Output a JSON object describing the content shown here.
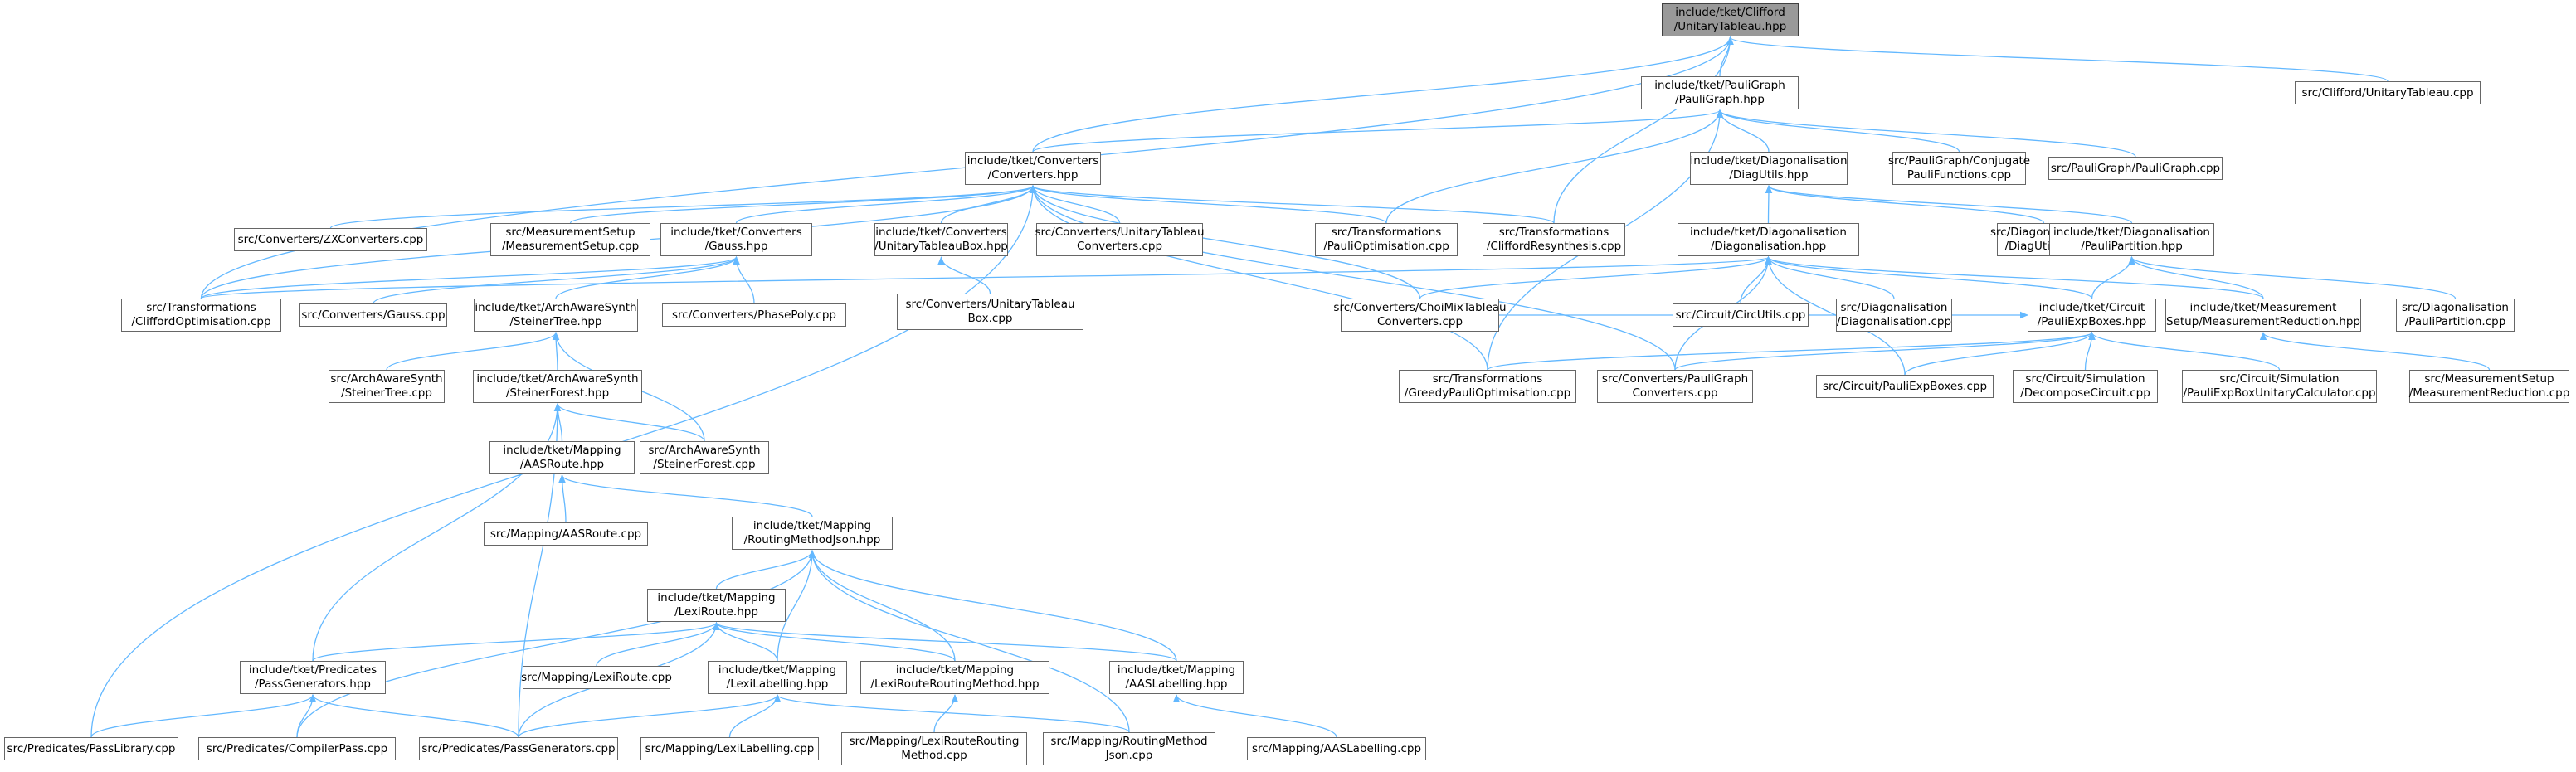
{
  "graph": {
    "edge_color": "#63b8ff",
    "root_fill": "#999999",
    "nodes": [
      {
        "id": "root",
        "lines": [
          "include/tket/Clifford",
          "/UnitaryTableau.hpp"
        ]
      },
      {
        "id": "pg_hpp",
        "lines": [
          "include/tket/PauliGraph",
          "/PauliGraph.hpp"
        ]
      },
      {
        "id": "cliff_ut_cpp",
        "lines": [
          "src/Clifford/UnitaryTableau.cpp"
        ]
      },
      {
        "id": "conv_hpp",
        "lines": [
          "include/tket/Converters",
          "/Converters.hpp"
        ]
      },
      {
        "id": "diagutils_hpp",
        "lines": [
          "include/tket/Diagonalisation",
          "/DiagUtils.hpp"
        ]
      },
      {
        "id": "pg_conj_cpp",
        "lines": [
          "src/PauliGraph/Conjugate",
          "PauliFunctions.cpp"
        ]
      },
      {
        "id": "pg_cpp",
        "lines": [
          "src/PauliGraph/PauliGraph.cpp"
        ]
      },
      {
        "id": "zx_cpp",
        "lines": [
          "src/Converters/ZXConverters.cpp"
        ]
      },
      {
        "id": "meas_setup_cpp",
        "lines": [
          "src/MeasurementSetup",
          "/MeasurementSetup.cpp"
        ]
      },
      {
        "id": "gauss_hpp",
        "lines": [
          "include/tket/Converters",
          "/Gauss.hpp"
        ]
      },
      {
        "id": "utbox_hpp",
        "lines": [
          "include/tket/Converters",
          "/UnitaryTableauBox.hpp"
        ]
      },
      {
        "id": "ut_conv_cpp",
        "lines": [
          "src/Converters/UnitaryTableau",
          "Converters.cpp"
        ]
      },
      {
        "id": "pauliopt_cpp",
        "lines": [
          "src/Transformations",
          "/PauliOptimisation.cpp"
        ]
      },
      {
        "id": "cliffresynth_cpp",
        "lines": [
          "src/Transformations",
          "/CliffordResynthesis.cpp"
        ]
      },
      {
        "id": "diag_hpp",
        "lines": [
          "include/tket/Diagonalisation",
          "/Diagonalisation.hpp"
        ]
      },
      {
        "id": "diagutils_cpp",
        "lines": [
          "src/Diagonalisation",
          "/DiagUtils.cpp"
        ]
      },
      {
        "id": "paulipart_hpp",
        "lines": [
          "include/tket/Diagonalisation",
          "/PauliPartition.hpp"
        ]
      },
      {
        "id": "cliffopt_cpp",
        "lines": [
          "src/Transformations",
          "/CliffordOptimisation.cpp"
        ]
      },
      {
        "id": "gauss_cpp",
        "lines": [
          "src/Converters/Gauss.cpp"
        ]
      },
      {
        "id": "steinertree_hpp",
        "lines": [
          "include/tket/ArchAwareSynth",
          "/SteinerTree.hpp"
        ]
      },
      {
        "id": "phasepoly_cpp",
        "lines": [
          "src/Converters/PhasePoly.cpp"
        ]
      },
      {
        "id": "utbox_cpp",
        "lines": [
          "src/Converters/UnitaryTableau",
          "Box.cpp"
        ]
      },
      {
        "id": "choimix_cpp",
        "lines": [
          "src/Converters/ChoiMixTableau",
          "Converters.cpp"
        ]
      },
      {
        "id": "circutils_cpp",
        "lines": [
          "src/Circuit/CircUtils.cpp"
        ]
      },
      {
        "id": "diag_cpp",
        "lines": [
          "src/Diagonalisation",
          "/Diagonalisation.cpp"
        ]
      },
      {
        "id": "pexpboxes_hpp",
        "lines": [
          "include/tket/Circuit",
          "/PauliExpBoxes.hpp"
        ]
      },
      {
        "id": "measred_hpp",
        "lines": [
          "include/tket/Measurement",
          "Setup/MeasurementReduction.hpp"
        ]
      },
      {
        "id": "paulipart_cpp",
        "lines": [
          "src/Diagonalisation",
          "/PauliPartition.cpp"
        ]
      },
      {
        "id": "aas_steinertree_cpp",
        "lines": [
          "src/ArchAwareSynth",
          "/SteinerTree.cpp"
        ]
      },
      {
        "id": "steinerforest_hpp",
        "lines": [
          "include/tket/ArchAwareSynth",
          "/SteinerForest.hpp"
        ]
      },
      {
        "id": "greedy_cpp",
        "lines": [
          "src/Transformations",
          "/GreedyPauliOptimisation.cpp"
        ]
      },
      {
        "id": "pgconv_cpp",
        "lines": [
          "src/Converters/PauliGraph",
          "Converters.cpp"
        ]
      },
      {
        "id": "pexpboxes_cpp",
        "lines": [
          "src/Circuit/PauliExpBoxes.cpp"
        ]
      },
      {
        "id": "decomp_cpp",
        "lines": [
          "src/Circuit/Simulation",
          "/DecomposeCircuit.cpp"
        ]
      },
      {
        "id": "pexpcalc_cpp",
        "lines": [
          "src/Circuit/Simulation",
          "/PauliExpBoxUnitaryCalculator.cpp"
        ]
      },
      {
        "id": "measred_cpp",
        "lines": [
          "src/MeasurementSetup",
          "/MeasurementReduction.cpp"
        ]
      },
      {
        "id": "aasroute_hpp",
        "lines": [
          "include/tket/Mapping",
          "/AASRoute.hpp"
        ]
      },
      {
        "id": "steinerforest_cpp",
        "lines": [
          "src/ArchAwareSynth",
          "/SteinerForest.cpp"
        ]
      },
      {
        "id": "aasroute_cpp",
        "lines": [
          "src/Mapping/AASRoute.cpp"
        ]
      },
      {
        "id": "rmjson_hpp",
        "lines": [
          "include/tket/Mapping",
          "/RoutingMethodJson.hpp"
        ]
      },
      {
        "id": "lexiroute_hpp",
        "lines": [
          "include/tket/Mapping",
          "/LexiRoute.hpp"
        ]
      },
      {
        "id": "passgen_hpp",
        "lines": [
          "include/tket/Predicates",
          "/PassGenerators.hpp"
        ]
      },
      {
        "id": "lexiroute_cpp",
        "lines": [
          "src/Mapping/LexiRoute.cpp"
        ]
      },
      {
        "id": "lexilabel_hpp",
        "lines": [
          "include/tket/Mapping",
          "/LexiLabelling.hpp"
        ]
      },
      {
        "id": "lrrm_hpp",
        "lines": [
          "include/tket/Mapping",
          "/LexiRouteRoutingMethod.hpp"
        ]
      },
      {
        "id": "aaslabel_hpp",
        "lines": [
          "include/tket/Mapping",
          "/AASLabelling.hpp"
        ]
      },
      {
        "id": "passlib_cpp",
        "lines": [
          "src/Predicates/PassLibrary.cpp"
        ]
      },
      {
        "id": "compilerpass_cpp",
        "lines": [
          "src/Predicates/CompilerPass.cpp"
        ]
      },
      {
        "id": "passgen_cpp",
        "lines": [
          "src/Predicates/PassGenerators.cpp"
        ]
      },
      {
        "id": "lexilabel_cpp",
        "lines": [
          "src/Mapping/LexiLabelling.cpp"
        ]
      },
      {
        "id": "lrrm_cpp",
        "lines": [
          "src/Mapping/LexiRouteRouting",
          "Method.cpp"
        ]
      },
      {
        "id": "rmjson_cpp",
        "lines": [
          "src/Mapping/RoutingMethod",
          "Json.cpp"
        ]
      },
      {
        "id": "aaslabel_cpp",
        "lines": [
          "src/Mapping/AASLabelling.cpp"
        ]
      }
    ],
    "edges": [
      [
        "pg_hpp",
        "root"
      ],
      [
        "cliff_ut_cpp",
        "root"
      ],
      [
        "conv_hpp",
        "root"
      ],
      [
        "cliffresynth_cpp",
        "root"
      ],
      [
        "cliffopt_cpp",
        "root"
      ],
      [
        "conv_hpp",
        "pg_hpp"
      ],
      [
        "diagutils_hpp",
        "pg_hpp"
      ],
      [
        "pg_conj_cpp",
        "pg_hpp"
      ],
      [
        "pg_cpp",
        "pg_hpp"
      ],
      [
        "pauliopt_cpp",
        "pg_hpp"
      ],
      [
        "greedy_cpp",
        "pg_hpp"
      ],
      [
        "zx_cpp",
        "conv_hpp"
      ],
      [
        "meas_setup_cpp",
        "conv_hpp"
      ],
      [
        "gauss_hpp",
        "conv_hpp"
      ],
      [
        "utbox_hpp",
        "conv_hpp"
      ],
      [
        "ut_conv_cpp",
        "conv_hpp"
      ],
      [
        "pauliopt_cpp",
        "conv_hpp"
      ],
      [
        "cliffresynth_cpp",
        "conv_hpp"
      ],
      [
        "choimix_cpp",
        "conv_hpp"
      ],
      [
        "pgconv_cpp",
        "conv_hpp"
      ],
      [
        "passlib_cpp",
        "conv_hpp"
      ],
      [
        "cliffopt_cpp",
        "conv_hpp"
      ],
      [
        "greedy_cpp",
        "conv_hpp"
      ],
      [
        "diag_hpp",
        "diagutils_hpp"
      ],
      [
        "diagutils_cpp",
        "diagutils_hpp"
      ],
      [
        "paulipart_hpp",
        "diagutils_hpp"
      ],
      [
        "cliffopt_cpp",
        "gauss_hpp"
      ],
      [
        "gauss_cpp",
        "gauss_hpp"
      ],
      [
        "steinertree_hpp",
        "gauss_hpp"
      ],
      [
        "phasepoly_cpp",
        "gauss_hpp"
      ],
      [
        "utbox_cpp",
        "utbox_hpp"
      ],
      [
        "choimix_cpp",
        "diag_hpp"
      ],
      [
        "circutils_cpp",
        "diag_hpp"
      ],
      [
        "diag_cpp",
        "diag_hpp"
      ],
      [
        "pexpboxes_hpp",
        "diag_hpp"
      ],
      [
        "measred_hpp",
        "diag_hpp"
      ],
      [
        "cliffopt_cpp",
        "diag_hpp"
      ],
      [
        "pgconv_cpp",
        "diag_hpp"
      ],
      [
        "pexpboxes_cpp",
        "diag_hpp"
      ],
      [
        "pexpboxes_hpp",
        "paulipart_hpp"
      ],
      [
        "measred_hpp",
        "paulipart_hpp"
      ],
      [
        "paulipart_cpp",
        "paulipart_hpp"
      ],
      [
        "aas_steinertree_cpp",
        "steinertree_hpp"
      ],
      [
        "steinerforest_hpp",
        "steinertree_hpp"
      ],
      [
        "steinerforest_cpp",
        "steinertree_hpp"
      ],
      [
        "pexpboxes_cpp",
        "pexpboxes_hpp"
      ],
      [
        "decomp_cpp",
        "pexpboxes_hpp"
      ],
      [
        "pexpcalc_cpp",
        "pexpboxes_hpp"
      ],
      [
        "greedy_cpp",
        "pexpboxes_hpp"
      ],
      [
        "pgconv_cpp",
        "pexpboxes_hpp"
      ],
      [
        "choimix_cpp",
        "pexpboxes_hpp"
      ],
      [
        "measred_cpp",
        "measred_hpp"
      ],
      [
        "aasroute_hpp",
        "steinerforest_hpp"
      ],
      [
        "steinerforest_cpp",
        "steinerforest_hpp"
      ],
      [
        "passgen_hpp",
        "steinerforest_hpp"
      ],
      [
        "passgen_cpp",
        "steinerforest_hpp"
      ],
      [
        "aasroute_cpp",
        "aasroute_hpp"
      ],
      [
        "rmjson_hpp",
        "aasroute_hpp"
      ],
      [
        "lexiroute_hpp",
        "rmjson_hpp"
      ],
      [
        "lexilabel_hpp",
        "rmjson_hpp"
      ],
      [
        "lrrm_hpp",
        "rmjson_hpp"
      ],
      [
        "aaslabel_hpp",
        "rmjson_hpp"
      ],
      [
        "compilerpass_cpp",
        "rmjson_hpp"
      ],
      [
        "rmjson_cpp",
        "rmjson_hpp"
      ],
      [
        "passgen_hpp",
        "lexiroute_hpp"
      ],
      [
        "lexiroute_cpp",
        "lexiroute_hpp"
      ],
      [
        "lexilabel_hpp",
        "lexiroute_hpp"
      ],
      [
        "lrrm_hpp",
        "lexiroute_hpp"
      ],
      [
        "aaslabel_hpp",
        "lexiroute_hpp"
      ],
      [
        "passgen_cpp",
        "lexiroute_hpp"
      ],
      [
        "passlib_cpp",
        "passgen_hpp"
      ],
      [
        "compilerpass_cpp",
        "passgen_hpp"
      ],
      [
        "passgen_cpp",
        "passgen_hpp"
      ],
      [
        "passgen_cpp",
        "lexilabel_hpp"
      ],
      [
        "lexilabel_cpp",
        "lexilabel_hpp"
      ],
      [
        "rmjson_cpp",
        "lexilabel_hpp"
      ],
      [
        "lrrm_cpp",
        "lrrm_hpp"
      ],
      [
        "aaslabel_cpp",
        "aaslabel_hpp"
      ]
    ]
  }
}
